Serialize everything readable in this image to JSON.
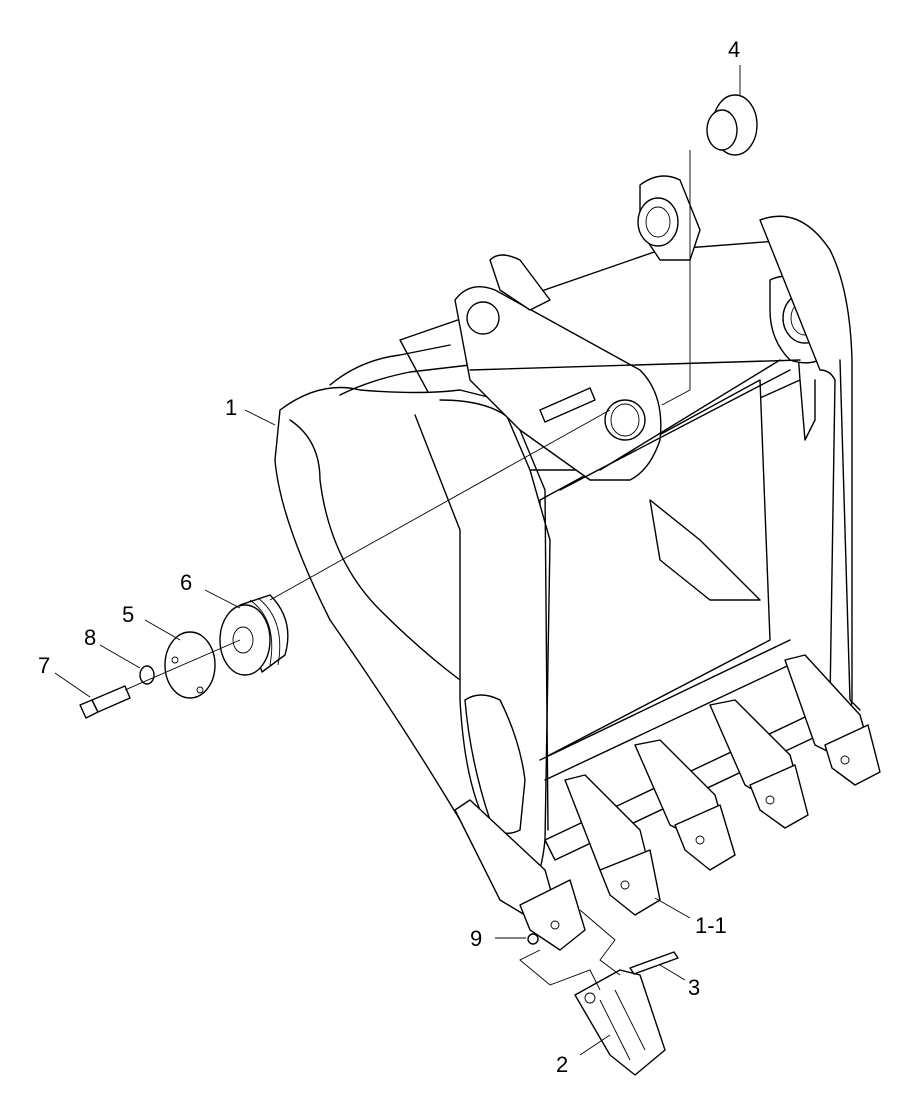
{
  "callouts": {
    "c1": "1",
    "c1_1": "1-1",
    "c2": "2",
    "c3": "3",
    "c4": "4",
    "c5": "5",
    "c6": "6",
    "c7": "7",
    "c8": "8",
    "c9": "9"
  }
}
